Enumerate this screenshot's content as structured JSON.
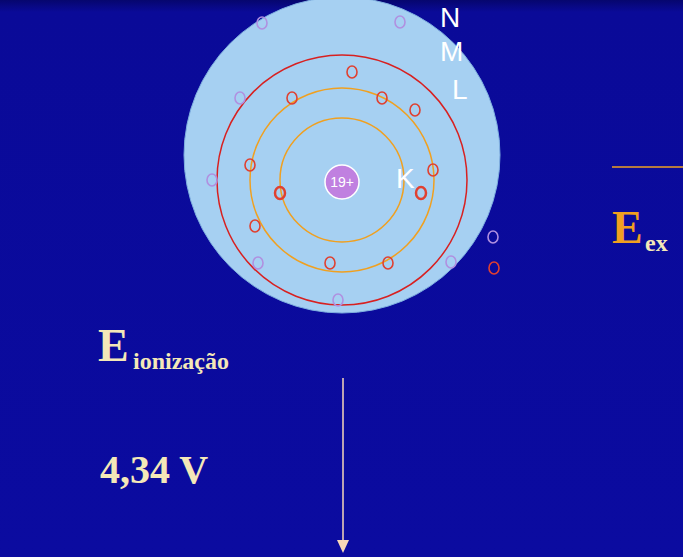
{
  "diagram": {
    "nodes": [
      {
        "text": [
          "19+"
        ]
      }
    ],
    "labels": [
      "N",
      "M",
      "L",
      "K",
      "E",
      "ionização",
      "4,34 V",
      "E",
      "ex"
    ]
  }
}
